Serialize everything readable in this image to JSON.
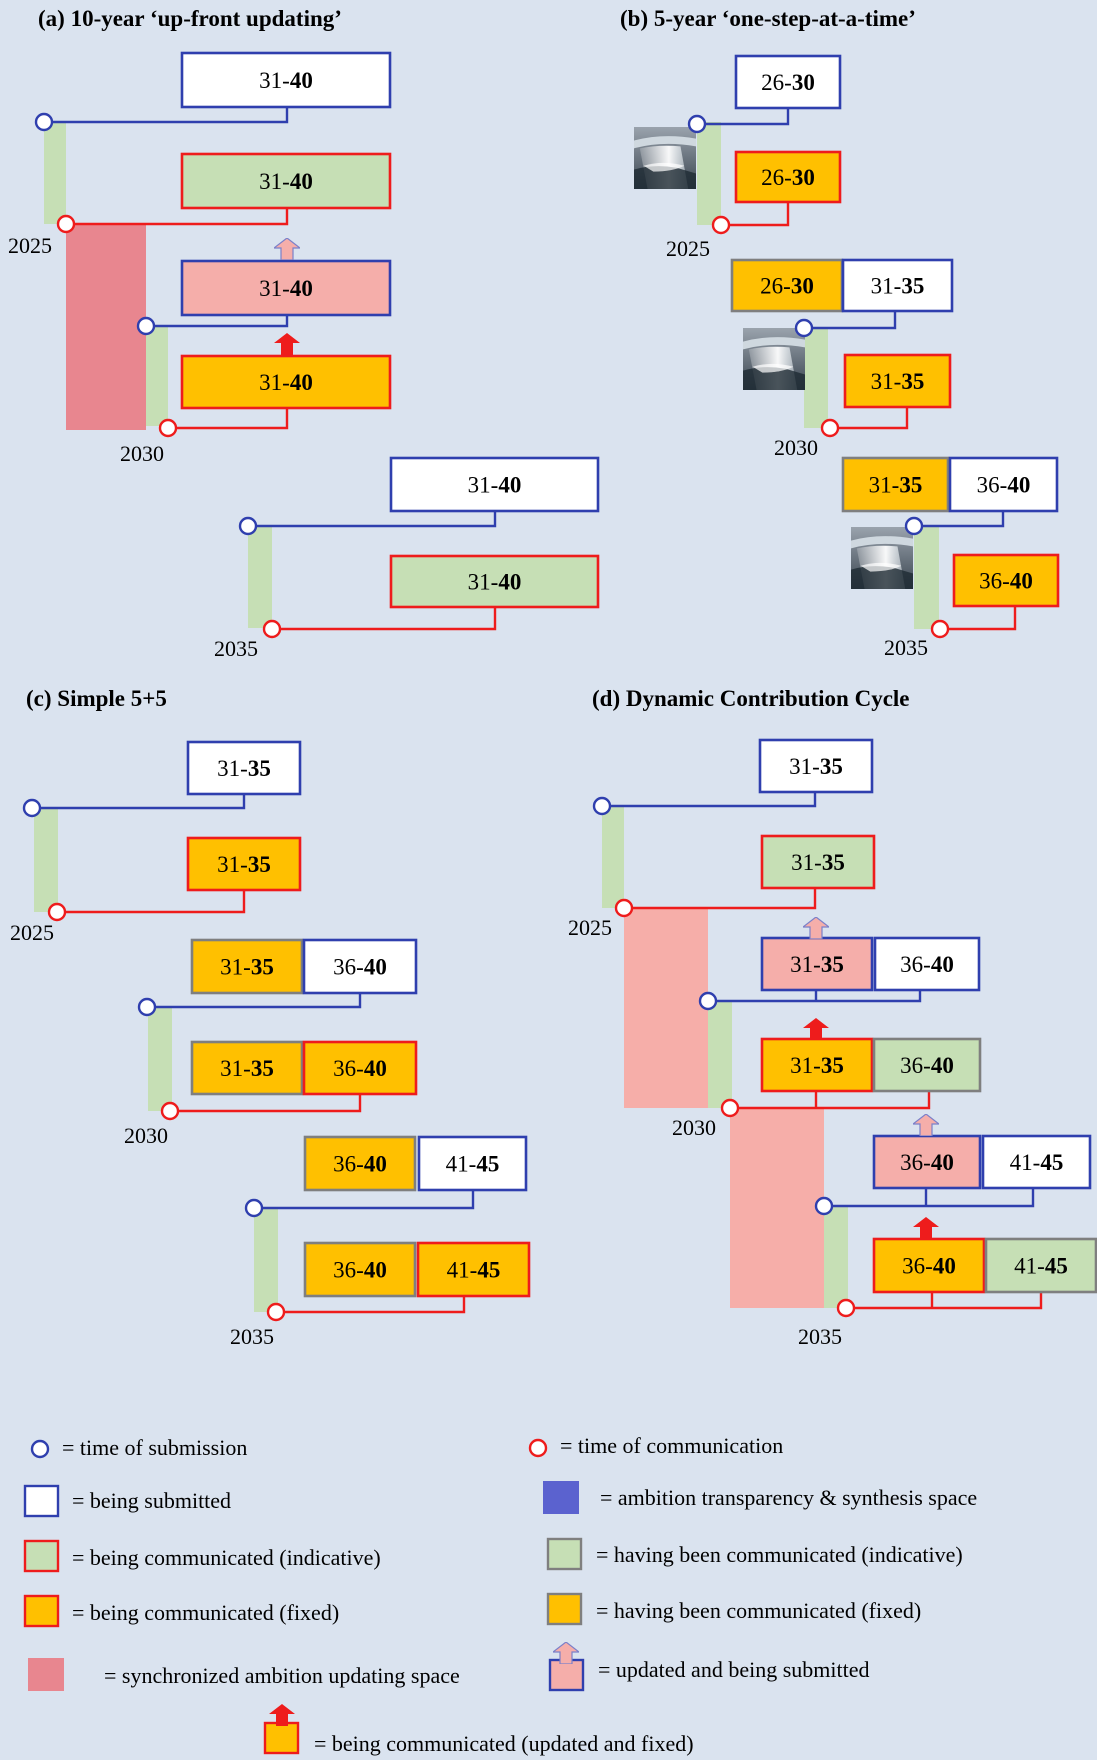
{
  "panels": {
    "a": {
      "title": "(a) 10-year ‘up-front updating’",
      "years": [
        "2025",
        "2030",
        "2035"
      ]
    },
    "b": {
      "title": "(b) 5-year ‘one-step-at-a-time’",
      "years": [
        "2025",
        "2030",
        "2035"
      ]
    },
    "c": {
      "title": "(c) Simple 5+5",
      "years": [
        "2025",
        "2030",
        "2035"
      ]
    },
    "d": {
      "title": "(d) Dynamic Contribution Cycle",
      "years": [
        "2025",
        "2030",
        "2035"
      ]
    }
  },
  "periods": {
    "p26_30": {
      "a": "26-",
      "b": "30"
    },
    "p31_35": {
      "a": "31-",
      "b": "35"
    },
    "p31_40": {
      "a": "31-",
      "b": "40"
    },
    "p36_40": {
      "a": "36-",
      "b": "40"
    },
    "p41_45": {
      "a": "41-",
      "b": "45"
    }
  },
  "legend": {
    "submission": "= time of submission",
    "communication": "= time of communication",
    "submitted": "= being submitted",
    "transparency": "= ambition transparency & synthesis space",
    "comm_indicative": "= being communicated (indicative)",
    "had_indicative": "= having been communicated (indicative)",
    "comm_fixed": "= being communicated (fixed)",
    "had_fixed": "= having been communicated (fixed)",
    "sync_space": "= synchronized ambition updating space",
    "updated_submitted": "= updated and being submitted",
    "updated_fixed": "= being communicated (updated and fixed)"
  },
  "colors": {
    "background": "#dae3ef",
    "submission_line": "#2f3fae",
    "communication_line": "#ee1c1c",
    "indicative_fill": "#c6dfb5",
    "fixed_fill": "#ffc000",
    "updated_fill": "#f5aeaa",
    "sync_space_a": "#e8868f",
    "sync_space_d": "#f6aea9",
    "transparency_fill": "#5b62cf",
    "green_band": "#c6dfb5"
  },
  "icons": [
    "waterfall-icon",
    "up-arrow-icon",
    "submission-circle-icon",
    "communication-circle-icon"
  ]
}
